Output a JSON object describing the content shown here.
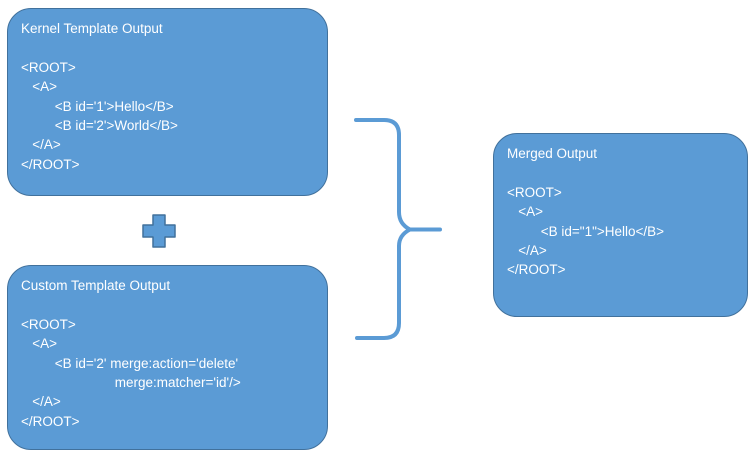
{
  "colors": {
    "page_bg": "#FFFFFF",
    "box_fill": "#5B9BD5",
    "box_border": "#41719C",
    "box_text": "#FFFFFF",
    "connector": "#5B9BD5",
    "plus_fill": "#5B9BD5",
    "plus_border": "#41719C"
  },
  "icons": {
    "plus": "plus-shape",
    "brace": "right-curly-brace",
    "connector": "horizontal-line"
  },
  "boxes": {
    "kernel": {
      "title": "Kernel Template Output",
      "code": "<ROOT>\n   <A>\n         <B id='1'>Hello</B>\n         <B id='2'>World</B>\n   </A>\n</ROOT>"
    },
    "custom": {
      "title": "Custom Template Output",
      "code": "<ROOT>\n   <A>\n         <B id='2' merge:action='delete'\n                         merge:matcher='id'/>\n   </A>\n</ROOT>"
    },
    "merged": {
      "title": "Merged Output",
      "code": "<ROOT>\n   <A>\n         <B id=\"1\">Hello</B>\n   </A>\n</ROOT>"
    }
  }
}
